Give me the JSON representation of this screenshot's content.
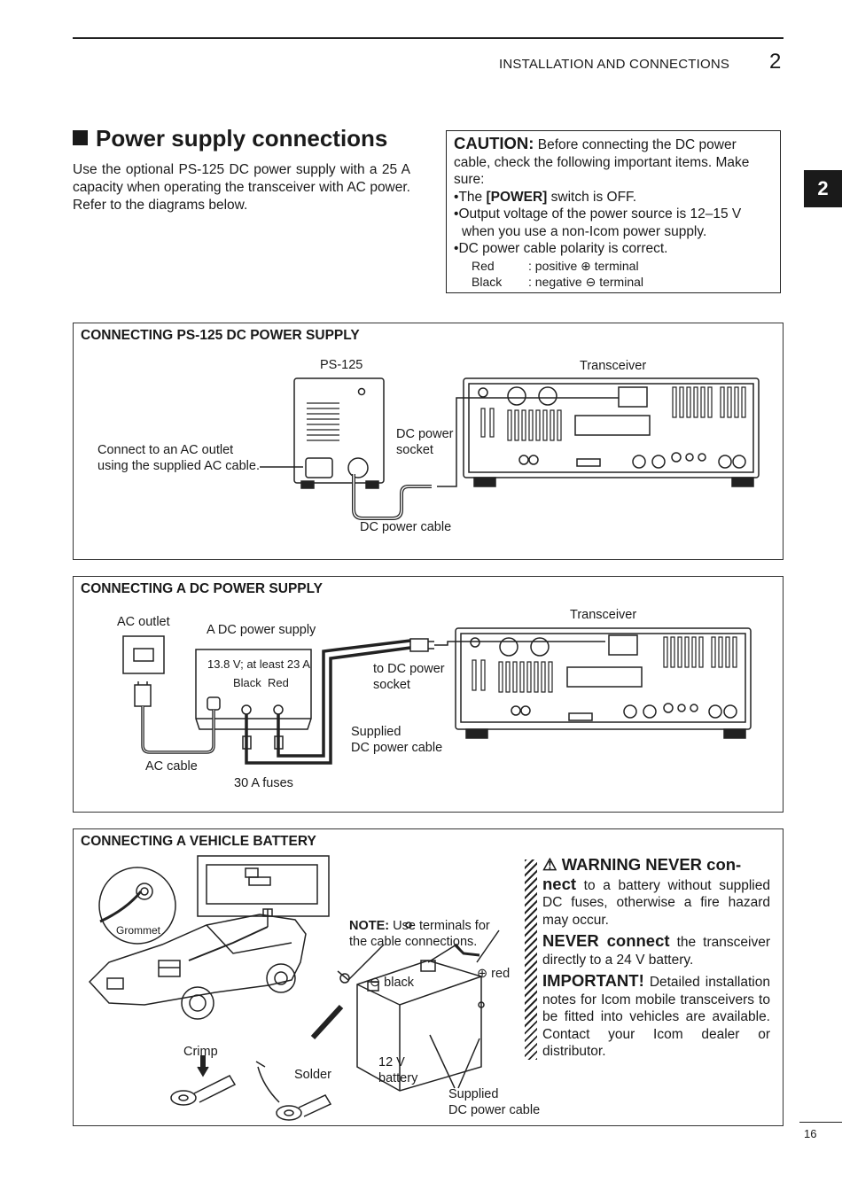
{
  "header": {
    "section": "INSTALLATION AND CONNECTIONS",
    "chapter": "2",
    "tab": "2"
  },
  "section": {
    "title": "Power supply connections",
    "intro": "Use the optional PS-125 DC power supply with a 25 A capacity when operating the transceiver with AC power. Refer to the diagrams below."
  },
  "caution": {
    "title": "CAUTION:",
    "text": "Before connecting the DC power cable, check the following important items. Make sure:",
    "items": [
      {
        "pre": "The ",
        "bold": "[POWER]",
        "post": " switch is OFF."
      },
      {
        "pre": "Output voltage of the power source is 12–15 V when you use a non-Icom power supply.",
        "bold": "",
        "post": ""
      },
      {
        "pre": "DC power cable polarity is correct.",
        "bold": "",
        "post": ""
      }
    ],
    "red_label": "Red",
    "red_value": ": positive ⊕ terminal",
    "black_label": "Black",
    "black_value": ": negative ⊖ terminal"
  },
  "panel1": {
    "title": "CONNECTING PS-125 DC POWER SUPPLY",
    "ps": "PS-125",
    "transceiver": "Transceiver",
    "ac_note": "Connect to an AC outlet\nusing the supplied AC cable.",
    "socket": "DC power\nsocket",
    "cable": "DC power cable"
  },
  "panel2": {
    "title": "CONNECTING A DC POWER SUPPLY",
    "ac_outlet": "AC outlet",
    "dc_supply": "A DC power supply",
    "rating": "13.8 V; at least 23 A",
    "black": "Black",
    "red": "Red",
    "transceiver": "Transceiver",
    "socket": "to DC power\nsocket",
    "cable": "Supplied\nDC power cable",
    "ac_cable": "AC cable",
    "fuses": "30 A fuses"
  },
  "panel3": {
    "title": "CONNECTING A VEHICLE BATTERY",
    "grommet": "Grommet",
    "crimp": "Crimp",
    "solder": "Solder",
    "note_label": "NOTE:",
    "note_text": " Use terminals for\nthe cable connections.",
    "black": "⊖ black",
    "red": "⊕ red",
    "battery": "12 V\nbattery",
    "cable": "Supplied\nDC power cable",
    "warning_head": "⚠ WARNING NEVER con-\nnect",
    "warning_text": " to a battery without supplied DC fuses, otherwise a fire hazard may occur.",
    "never_head": "NEVER connect",
    "never_text": " the transceiver directly to a 24 V battery.",
    "important_head": "IMPORTANT!",
    "important_text": " Detailed installation notes for Icom mobile transceivers to be fitted into vehicles are available. Contact your Icom dealer or distributor."
  },
  "page_number": "16"
}
